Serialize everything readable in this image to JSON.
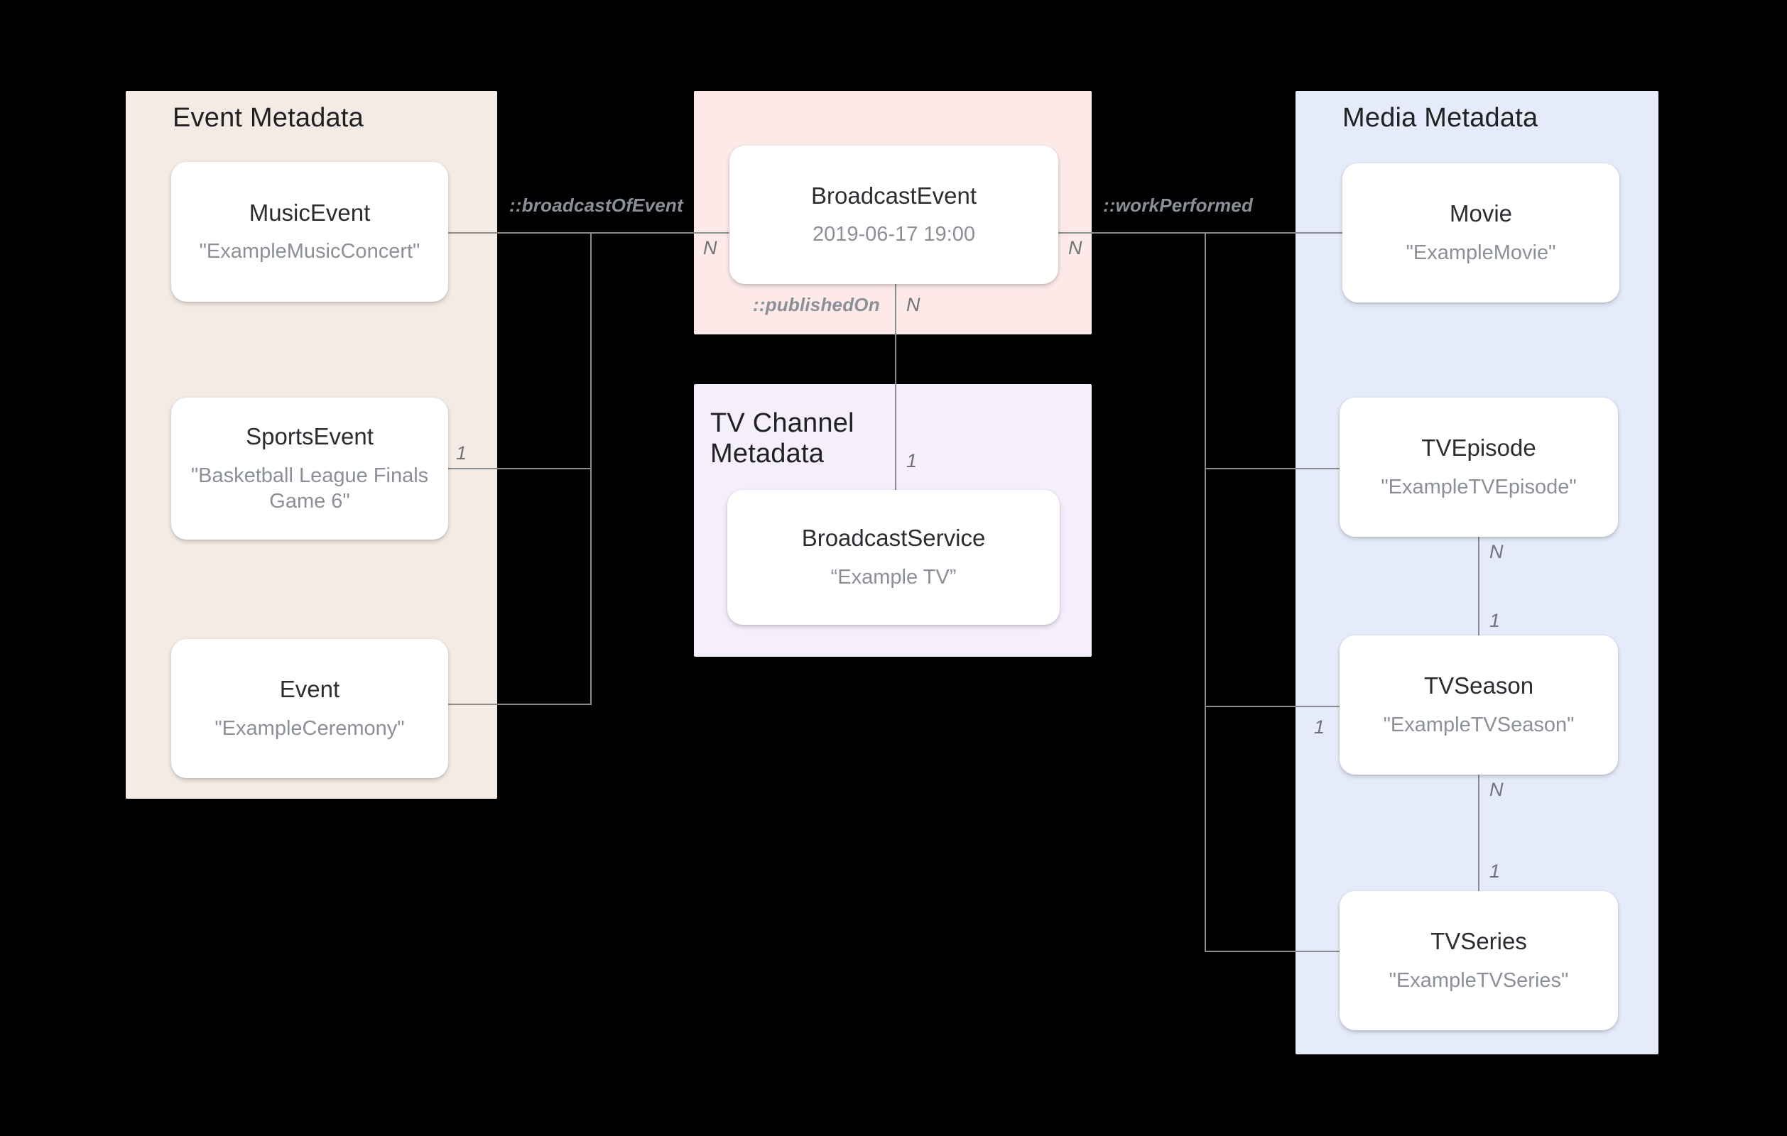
{
  "diagram": {
    "title": "Broadcast / Media metadata entity-relationship diagram",
    "background": "#000000",
    "groups": [
      {
        "id": "event",
        "label": "Event Metadata",
        "color": "#F5EBE5"
      },
      {
        "id": "broadcast",
        "label": "",
        "color": "#FCE9E8"
      },
      {
        "id": "tvchannel",
        "label": "TV Channel\nMetadata",
        "color": "#F5EEFB"
      },
      {
        "id": "media",
        "label": "Media Metadata",
        "color": "#E5EBFA"
      }
    ],
    "entities": {
      "music_event": {
        "type": "MusicEvent",
        "value": "\"ExampleMusicConcert\""
      },
      "sports_event": {
        "type": "SportsEvent",
        "value": "\"Basketball League Finals Game 6\""
      },
      "event": {
        "type": "Event",
        "value": "\"ExampleCeremony\""
      },
      "broadcast_event": {
        "type": "BroadcastEvent",
        "value": "2019-06-17 19:00"
      },
      "broadcast_service": {
        "type": "BroadcastService",
        "value": "“Example TV”"
      },
      "movie": {
        "type": "Movie",
        "value": "\"ExampleMovie\""
      },
      "tv_episode": {
        "type": "TVEpisode",
        "value": "\"ExampleTVEpisode\""
      },
      "tv_season": {
        "type": "TVSeason",
        "value": "\"ExampleTVSeason\""
      },
      "tv_series": {
        "type": "TVSeries",
        "value": "\"ExampleTVSeries\""
      }
    },
    "relations": {
      "broadcast_of_event": {
        "label": "::broadcastOfEvent",
        "source_card": "1",
        "target_card": "N"
      },
      "work_performed": {
        "label": "::workPerformed",
        "source_card": "N",
        "target_card": "1"
      },
      "published_on": {
        "label": "::publishedOn",
        "source_card": "N",
        "target_card": "1"
      },
      "episode_in_season": {
        "label": "",
        "source_card": "N",
        "target_card": "1"
      },
      "season_in_series": {
        "label": "",
        "source_card": "N",
        "target_card": "1"
      }
    },
    "cardinality_labels": {
      "event_side_1": "1",
      "broadcast_left_N": "N",
      "broadcast_right_N": "N",
      "published_on_N": "N",
      "broadcast_service_1": "1",
      "media_side_1": "1",
      "episode_N": "N",
      "season_1": "1",
      "season_N": "N",
      "series_1": "1"
    }
  }
}
